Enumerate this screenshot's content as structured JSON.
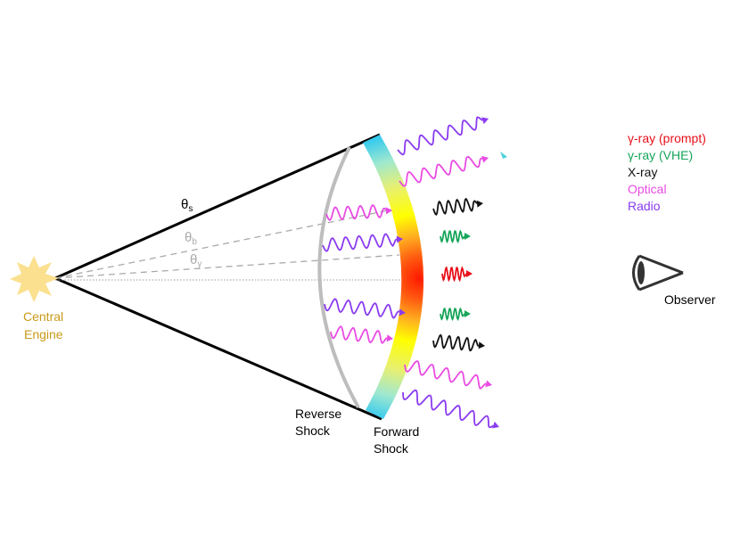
{
  "labels": {
    "engine_line1": "Central",
    "engine_line2": "Engine",
    "theta_s": "θ",
    "theta_s_sub": "s",
    "theta_b": "θ",
    "theta_b_sub": "b",
    "theta_g": "θ",
    "theta_g_sub": "γ",
    "reverse_line1": "Reverse",
    "reverse_line2": "Shock",
    "forward_line1": "Forward",
    "forward_line2": "Shock",
    "observer": "Observer"
  },
  "legend": [
    {
      "label": "γ-ray (prompt)",
      "color": "#e8101a"
    },
    {
      "label": "γ-ray (VHE)",
      "color": "#17a55a"
    },
    {
      "label": "X-ray",
      "color": "#111111"
    },
    {
      "label": "Optical",
      "color": "#e94be3"
    },
    {
      "label": "Radio",
      "color": "#8a3bf0"
    }
  ],
  "colors": {
    "engine": "#fbe08f",
    "engine_text": "#c89a18",
    "prompt": "#e8101a",
    "vhe": "#17a55a",
    "xray": "#111111",
    "optical": "#e94be3",
    "radio": "#8a3bf0",
    "reverse_shock": "#bdbdbd",
    "angle_lines": "#aaaaaa"
  }
}
